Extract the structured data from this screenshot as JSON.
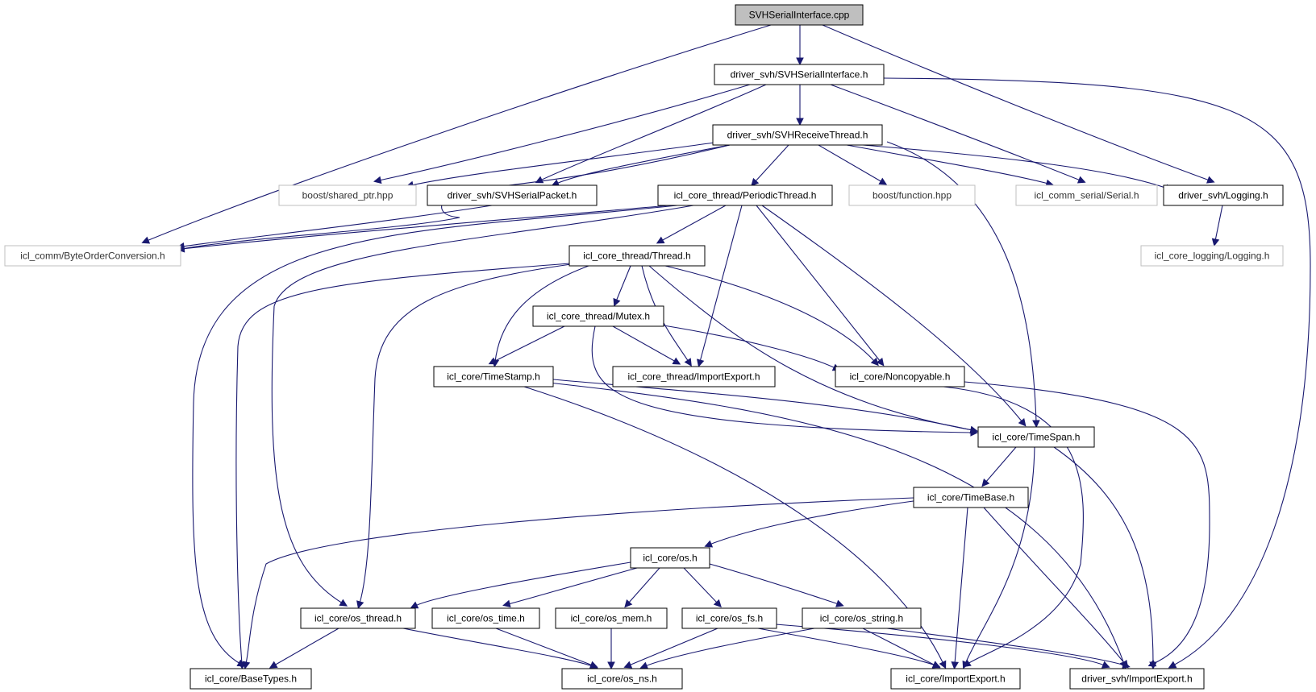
{
  "nodes": [
    {
      "id": "n_svh_cpp",
      "label": "SVHSerialInterface.cpp",
      "kind": "main"
    },
    {
      "id": "n_svh_h",
      "label": "driver_svh/SVHSerialInterface.h",
      "kind": "std"
    },
    {
      "id": "n_recv",
      "label": "driver_svh/SVHReceiveThread.h",
      "kind": "std"
    },
    {
      "id": "n_shared_ptr",
      "label": "boost/shared_ptr.hpp",
      "kind": "ext"
    },
    {
      "id": "n_packet",
      "label": "driver_svh/SVHSerialPacket.h",
      "kind": "std"
    },
    {
      "id": "n_periodic",
      "label": "icl_core_thread/PeriodicThread.h",
      "kind": "std"
    },
    {
      "id": "n_function",
      "label": "boost/function.hpp",
      "kind": "ext"
    },
    {
      "id": "n_serial",
      "label": "icl_comm_serial/Serial.h",
      "kind": "ext"
    },
    {
      "id": "n_logging_svh",
      "label": "driver_svh/Logging.h",
      "kind": "std"
    },
    {
      "id": "n_byteorder",
      "label": "icl_comm/ByteOrderConversion.h",
      "kind": "ext"
    },
    {
      "id": "n_logging_core",
      "label": "icl_core_logging/Logging.h",
      "kind": "ext"
    },
    {
      "id": "n_thread",
      "label": "icl_core_thread/Thread.h",
      "kind": "std"
    },
    {
      "id": "n_mutex",
      "label": "icl_core_thread/Mutex.h",
      "kind": "std"
    },
    {
      "id": "n_timestamp",
      "label": "icl_core/TimeStamp.h",
      "kind": "std"
    },
    {
      "id": "n_thread_ie",
      "label": "icl_core_thread/ImportExport.h",
      "kind": "std"
    },
    {
      "id": "n_noncopy",
      "label": "icl_core/Noncopyable.h",
      "kind": "std"
    },
    {
      "id": "n_timespan",
      "label": "icl_core/TimeSpan.h",
      "kind": "std"
    },
    {
      "id": "n_timebase",
      "label": "icl_core/TimeBase.h",
      "kind": "std"
    },
    {
      "id": "n_os",
      "label": "icl_core/os.h",
      "kind": "std"
    },
    {
      "id": "n_os_thread",
      "label": "icl_core/os_thread.h",
      "kind": "std"
    },
    {
      "id": "n_os_time",
      "label": "icl_core/os_time.h",
      "kind": "std"
    },
    {
      "id": "n_os_mem",
      "label": "icl_core/os_mem.h",
      "kind": "std"
    },
    {
      "id": "n_os_fs",
      "label": "icl_core/os_fs.h",
      "kind": "std"
    },
    {
      "id": "n_os_string",
      "label": "icl_core/os_string.h",
      "kind": "std"
    },
    {
      "id": "n_basetypes",
      "label": "icl_core/BaseTypes.h",
      "kind": "std"
    },
    {
      "id": "n_os_ns",
      "label": "icl_core/os_ns.h",
      "kind": "std"
    },
    {
      "id": "n_core_ie",
      "label": "icl_core/ImportExport.h",
      "kind": "std"
    },
    {
      "id": "n_svh_ie",
      "label": "driver_svh/ImportExport.h",
      "kind": "std"
    }
  ],
  "colors": {
    "edge": "#191970",
    "main_fill": "#bfbfbf",
    "ext_border": "#bfbfbf",
    "std_border": "#000000"
  }
}
